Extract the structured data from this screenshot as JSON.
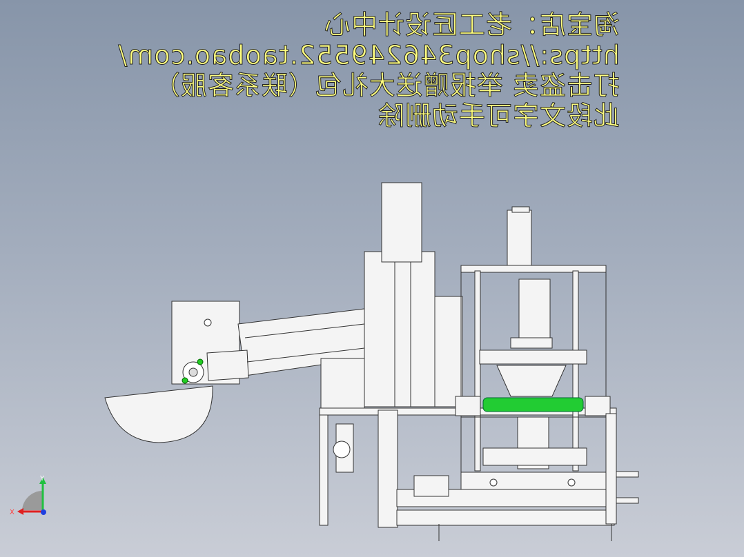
{
  "watermark": {
    "lines": [
      "淘宝店：老工匠设计中心",
      "https://shop346249552.taobao.com/",
      "打击盗卖 举报赠送大礼包（联系客服）",
      "此段文字可手动删除"
    ]
  },
  "triad": {
    "x_label": "X",
    "y_label": "Y"
  },
  "colors": {
    "text": "#ffff80",
    "roller": "#22cc33",
    "part": "#f4f4f4",
    "axis_x": "#e02020",
    "axis_y": "#20c040"
  }
}
